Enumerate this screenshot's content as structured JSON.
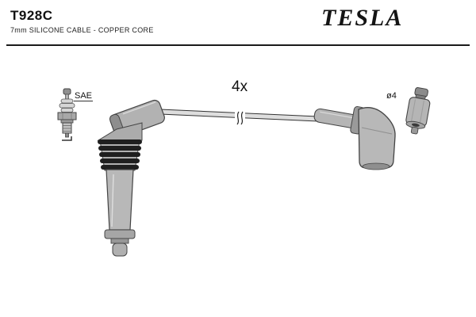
{
  "header": {
    "part_number": "T928C",
    "subtitle": "7mm SILICONE CABLE - COPPER CORE",
    "brand": "TESLA"
  },
  "diagram": {
    "quantity": "4x",
    "plug_standard": "SAE",
    "terminal_diameter": "ø4"
  },
  "colors": {
    "boot_gray": "#b8b8b8",
    "rib_black": "#1f1f1f",
    "outline": "#444444"
  }
}
